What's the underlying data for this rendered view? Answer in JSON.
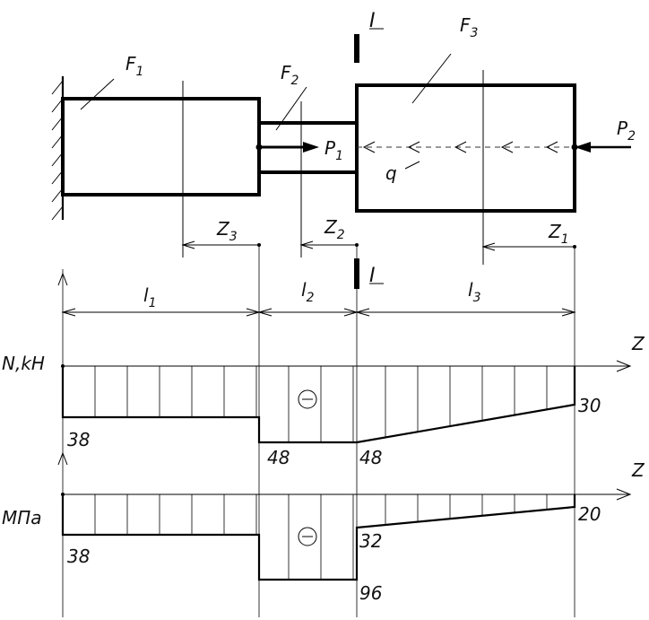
{
  "labels": {
    "F1": "F",
    "F1_sub": "1",
    "F2": "F",
    "F2_sub": "2",
    "F3": "F",
    "F3_sub": "3",
    "P1": "P",
    "P1_sub": "1",
    "P2": "P",
    "P2_sub": "2",
    "q": "q",
    "section_top": "I",
    "section_bottom": "I",
    "Z1": "Z",
    "Z1_sub": "1",
    "Z2": "Z",
    "Z2_sub": "2",
    "Z3": "Z",
    "Z3_sub": "3",
    "l1": "l",
    "l1_sub": "1",
    "l2": "l",
    "l2_sub": "2",
    "l3": "l",
    "l3_sub": "3",
    "axis_z_N": "Z",
    "axis_z_S": "Z",
    "N_unit": "N,kH",
    "S_unit": "MΠa",
    "minus_sign": "−"
  },
  "N_diagram": {
    "values": {
      "v1": "38",
      "v2": "48",
      "v3": "48",
      "v4": "30"
    }
  },
  "S_diagram": {
    "values": {
      "v1": "38",
      "v2": "32",
      "v3": "96",
      "v4": "20"
    }
  }
}
